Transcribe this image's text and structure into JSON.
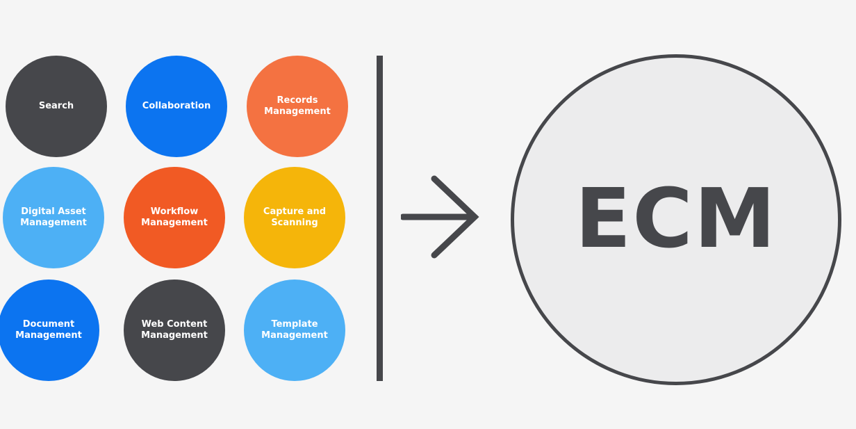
{
  "features": [
    {
      "label": "Search",
      "color": "#46474b"
    },
    {
      "label": "Collaboration",
      "color": "#0c74f0"
    },
    {
      "label": "Records Management",
      "color": "#f47241"
    },
    {
      "label": "Digital Asset Management",
      "color": "#4db0f5"
    },
    {
      "label": "Workflow Management",
      "color": "#f15a24"
    },
    {
      "label": "Capture and Scanning",
      "color": "#f5b50a"
    },
    {
      "label": "Document Management",
      "color": "#0c74f0"
    },
    {
      "label": "Web Content Management",
      "color": "#46474b"
    },
    {
      "label": "Template Management",
      "color": "#4db0f5"
    }
  ],
  "arrow_icon": "arrow-right-icon",
  "result": {
    "label": "ECM"
  }
}
